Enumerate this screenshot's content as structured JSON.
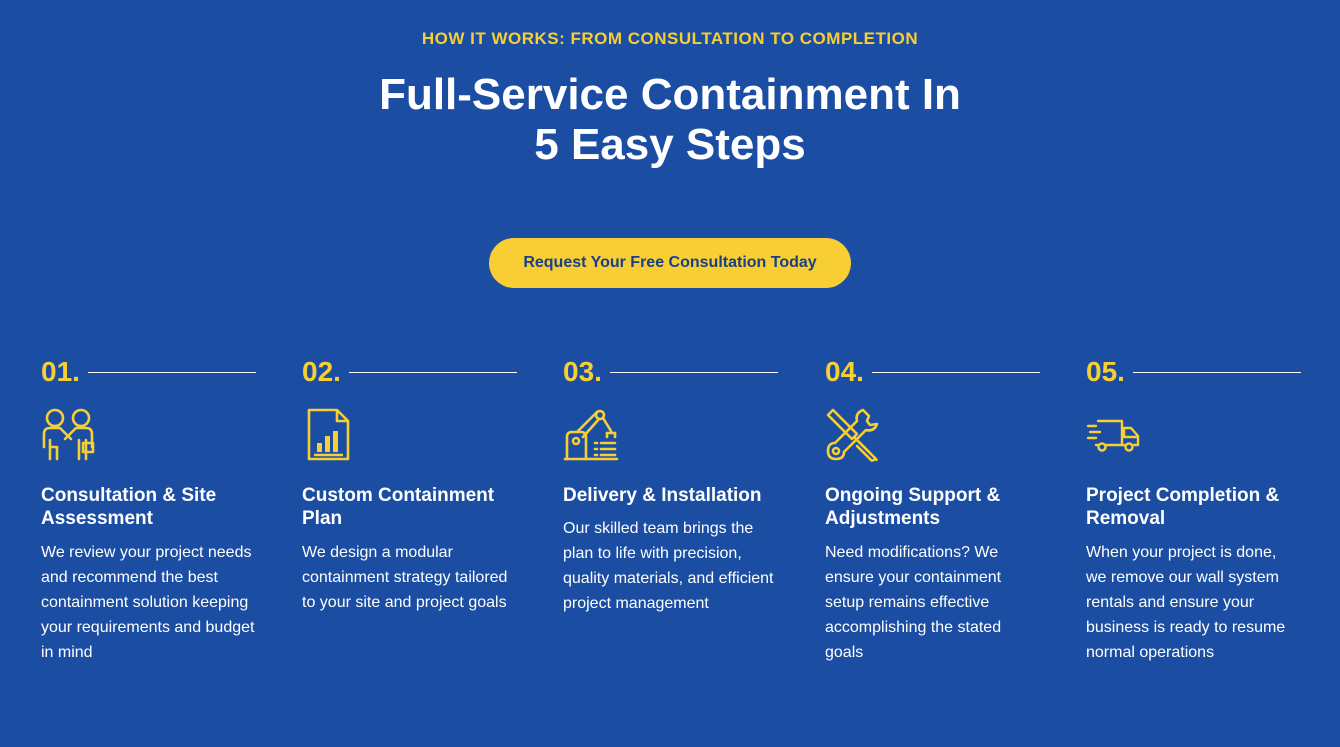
{
  "header": {
    "eyebrow": "HOW IT WORKS: FROM CONSULTATION TO COMPLETION",
    "title": "Full-Service Containment In 5 Easy Steps",
    "cta_label": "Request Your Free Consultation Today"
  },
  "colors": {
    "background": "#1b4ea3",
    "accent": "#f7cf35",
    "text": "#ffffff",
    "button_text": "#1b3f86"
  },
  "steps": [
    {
      "number": "01.",
      "icon": "handshake-people-icon",
      "title": "Consultation & Site Assessment",
      "description": "We review your project needs and recommend the best containment solution keeping your requirements and budget in mind"
    },
    {
      "number": "02.",
      "icon": "document-chart-icon",
      "title": "Custom Containment Plan",
      "description": "We design a modular containment strategy tailored to your site and project goals"
    },
    {
      "number": "03.",
      "icon": "robotic-arm-icon",
      "title": "Delivery & Installation",
      "description": "Our skilled team brings the plan to life with precision, quality materials, and efficient project management"
    },
    {
      "number": "04.",
      "icon": "wrench-screwdriver-icon",
      "title": "Ongoing Support & Adjustments",
      "description": "Need modifications? We ensure your containment setup remains effective accomplishing the stated goals"
    },
    {
      "number": "05.",
      "icon": "delivery-truck-icon",
      "title": "Project Completion & Removal",
      "description": "When your project is done, we remove our wall system rentals and ensure your business is ready to resume normal operations"
    }
  ]
}
